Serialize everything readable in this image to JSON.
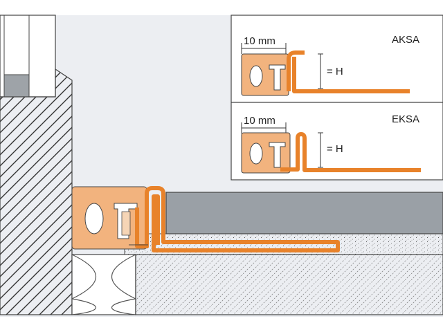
{
  "inset_aksa": {
    "dimension_label": "10 mm",
    "name": "AKSA",
    "height_label": "= H"
  },
  "inset_eksa": {
    "dimension_label": "10 mm",
    "name": "EKSA",
    "height_label": "= H"
  },
  "colors": {
    "profile_orange": "#e8822a",
    "profile_fill": "#f2b37e",
    "wall_gray": "#eceef2",
    "tile_gray": "#9aa0a6",
    "line": "#4a4a4a"
  }
}
